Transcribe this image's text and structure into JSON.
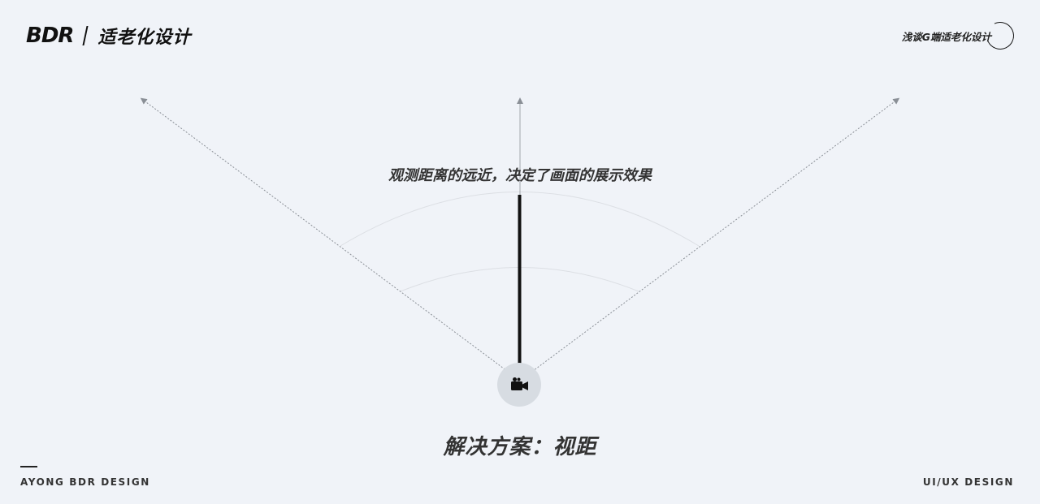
{
  "header": {
    "logo_text": "BDR",
    "subtitle": "适老化设计",
    "topic": "浅谈G端适老化设计"
  },
  "diagram": {
    "caption": "观测距离的远近，决定了画面的展示效果",
    "center_icon": "video-camera-icon",
    "colors": {
      "arrow": "#8a8f96",
      "arc": "#dcdfe4",
      "bar": "#111111",
      "camera_circle": "#d7dce2"
    }
  },
  "title": "解决方案：视距",
  "footer": {
    "left": "AYONG BDR DESIGN",
    "right": "UI/UX DESIGN"
  }
}
